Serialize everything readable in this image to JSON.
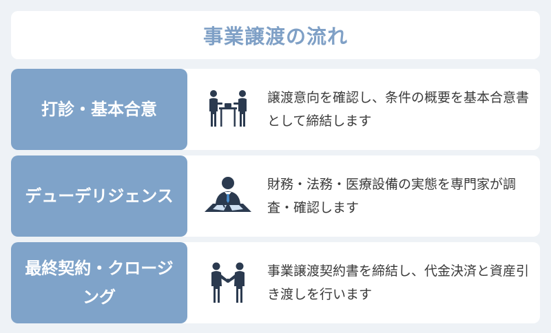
{
  "title": "事業譲渡の流れ",
  "colors": {
    "title": "#7fa0c6",
    "label_bg": "#7fa3c9",
    "label_text": "#ffffff",
    "desc_text": "#3a3a3a",
    "icon": "#2b3a4f",
    "background": "#eef2f6"
  },
  "steps": [
    {
      "label": "打診・基本合意",
      "icon": "meeting-table-icon",
      "description": "譲渡意向を確認し、条件の概要を基本合意書として締結します"
    },
    {
      "label": "デューデリジェンス",
      "icon": "businessman-desk-icon",
      "description": "財務・法務・医療設備の実態を専門家が調査・確認します"
    },
    {
      "label": "最終契約・クロージング",
      "icon": "handshake-icon",
      "description": "事業譲渡契約書を締結し、代金決済と資産引き渡しを行います"
    }
  ]
}
